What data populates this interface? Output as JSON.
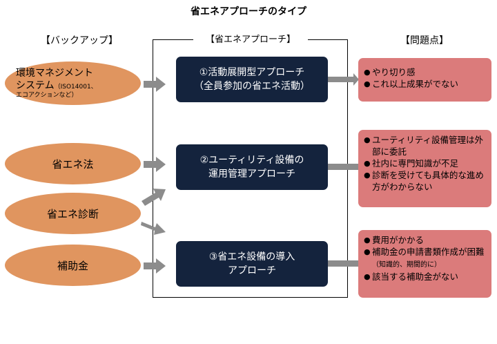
{
  "title": "省エネアプローチのタイプ",
  "backup_header": "【バックアップ】",
  "approach_header": "【省エネアプローチ】",
  "issues_header": "【問題点】",
  "backups": {
    "ems_line1": "環境マネジメント",
    "ems_line2": "システム",
    "ems_note1": "（ISO14001、",
    "ems_note2": "エコアクションなど）",
    "law": "省エネ法",
    "diagnosis": "省エネ診断",
    "subsidy": "補助金"
  },
  "approaches": {
    "a1_line1": "①活動展開型アプローチ",
    "a1_line2": "（全員参加の省エネ活動）",
    "a2_line1": "②ユーティリティ設備の",
    "a2_line2": "運用管理アプローチ",
    "a3_line1": "③省エネ設備の導入",
    "a3_line2": "アプローチ"
  },
  "issues": {
    "i1": [
      "やり切り感",
      "これ以上成果がでない"
    ],
    "i2": [
      "ユーティリティ設備管理は外部に委託",
      "社内に専門知識が不足",
      "診断を受けても具体的な進め方がわからない"
    ],
    "i3_a": "費用がかかる",
    "i3_b_main": "補助金の申請書類作成が困難",
    "i3_b_note": "（知識的、期間的に）",
    "i3_c": "該当する補助金がない"
  },
  "colors": {
    "ellipse": "#e0955f",
    "navy": "#14233d",
    "pink": "#db7b7b",
    "arrow": "#8c8c8c"
  }
}
